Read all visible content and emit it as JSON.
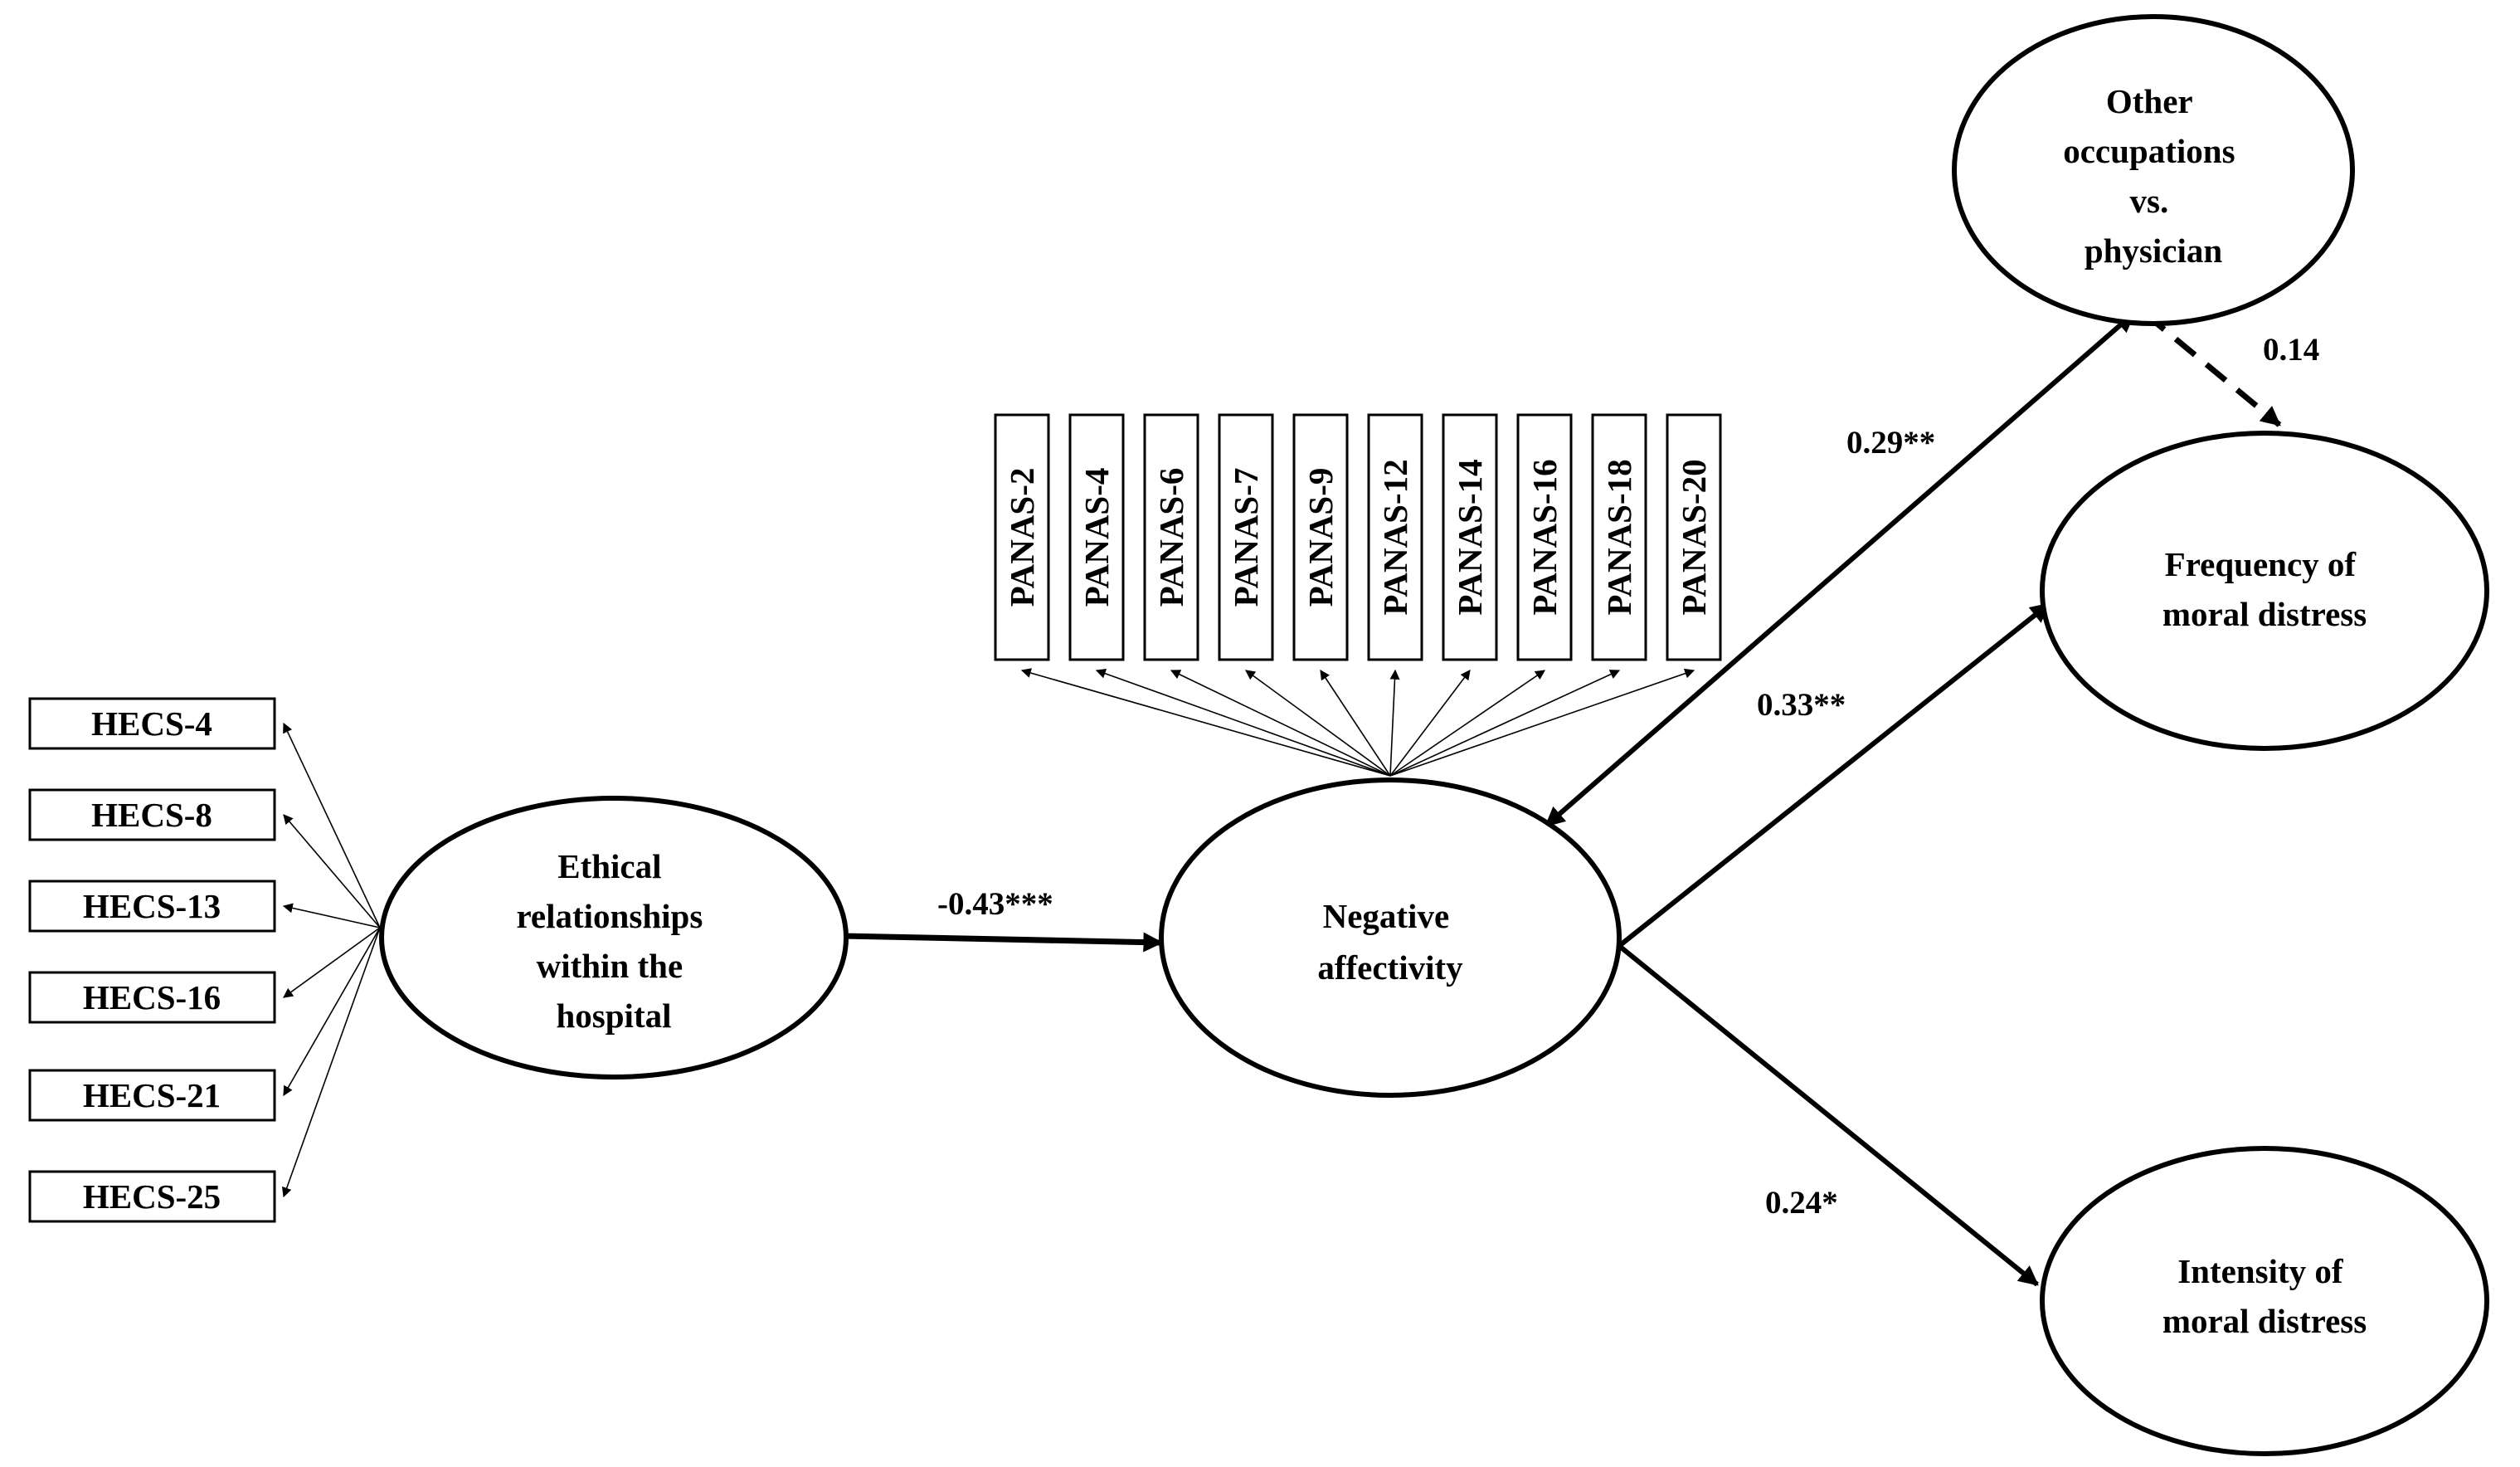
{
  "hecs_items": [
    "HECS-4",
    "HECS-8",
    "HECS-13",
    "HECS-16",
    "HECS-21",
    "HECS-25"
  ],
  "panas_items": [
    "PANAS-2",
    "PANAS-4",
    "PANAS-6",
    "PANAS-7",
    "PANAS-9",
    "PANAS-12",
    "PANAS-14",
    "PANAS-16",
    "PANAS-18",
    "PANAS-20"
  ],
  "nodes": {
    "ethical": [
      "Ethical",
      "relationships",
      "within the",
      "hospital"
    ],
    "negative": [
      "Negative",
      "affectivity"
    ],
    "other": [
      "Other",
      "occupations",
      "vs.",
      "physician"
    ],
    "frequency": [
      "Frequency of",
      "moral distress"
    ],
    "intensity": [
      "Intensity of",
      "moral distress"
    ]
  },
  "paths": {
    "ethical_to_negative": "-0.43***",
    "negative_other": "0.29**",
    "other_to_frequency": "0.14",
    "negative_to_frequency": "0.33**",
    "negative_to_intensity": "0.24*"
  }
}
